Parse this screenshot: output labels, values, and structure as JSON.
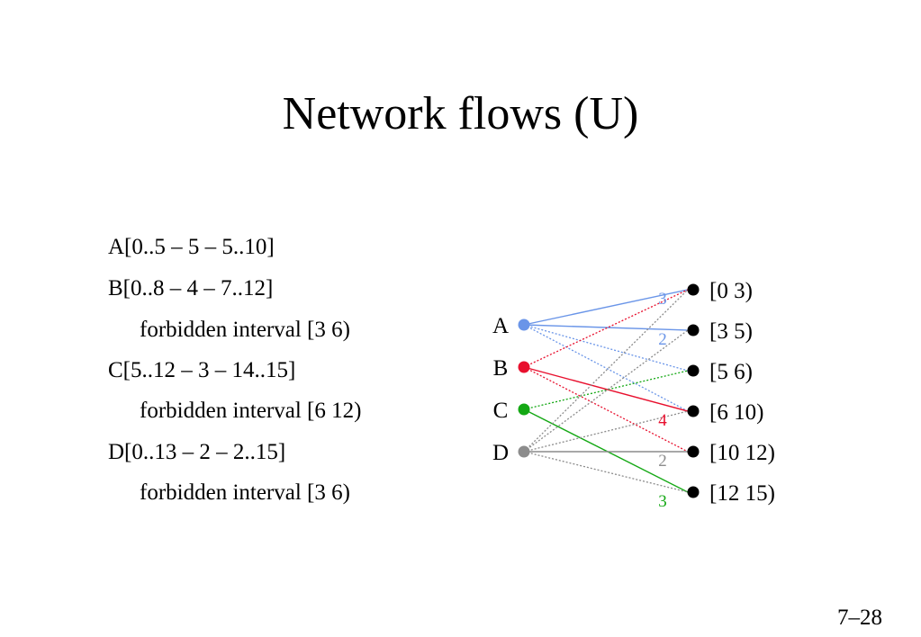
{
  "title": "Network flows (U)",
  "lines": [
    "A[0..5 – 5 – 5..10]",
    "B[0..8 – 4 – 7..12]",
    "forbidden interval [3 6)",
    "C[5..12 – 3 – 14..15]",
    "forbidden interval [6 12)",
    "D[0..13 – 2 – 2..15]",
    "forbidden interval [3 6)"
  ],
  "page_number": "7–28",
  "colors": {
    "A": "#6a95e8",
    "B": "#e8102e",
    "C": "#14a814",
    "D": "#8c8c8c",
    "interval_node": "#000000"
  },
  "diagram": {
    "left_nodes": [
      {
        "id": "A",
        "label": "A"
      },
      {
        "id": "B",
        "label": "B"
      },
      {
        "id": "C",
        "label": "C"
      },
      {
        "id": "D",
        "label": "D"
      }
    ],
    "right_nodes": [
      {
        "id": "i0",
        "label": "[0 3)"
      },
      {
        "id": "i1",
        "label": "[3 5)"
      },
      {
        "id": "i2",
        "label": "[5 6)"
      },
      {
        "id": "i3",
        "label": "[6 10)"
      },
      {
        "id": "i4",
        "label": "[10 12)"
      },
      {
        "id": "i5",
        "label": "[12 15)"
      }
    ],
    "edges": [
      {
        "from": "A",
        "to": "i0",
        "style": "solid"
      },
      {
        "from": "A",
        "to": "i1",
        "style": "solid"
      },
      {
        "from": "A",
        "to": "i2",
        "style": "dotted"
      },
      {
        "from": "A",
        "to": "i3",
        "style": "dotted"
      },
      {
        "from": "B",
        "to": "i0",
        "style": "dotted"
      },
      {
        "from": "B",
        "to": "i3",
        "style": "solid"
      },
      {
        "from": "B",
        "to": "i4",
        "style": "dotted"
      },
      {
        "from": "C",
        "to": "i2",
        "style": "dotted"
      },
      {
        "from": "C",
        "to": "i5",
        "style": "solid"
      },
      {
        "from": "D",
        "to": "i0",
        "style": "dotted"
      },
      {
        "from": "D",
        "to": "i1",
        "style": "dotted"
      },
      {
        "from": "D",
        "to": "i3",
        "style": "dotted"
      },
      {
        "from": "D",
        "to": "i4",
        "style": "solid"
      },
      {
        "from": "D",
        "to": "i5",
        "style": "dotted"
      }
    ],
    "capacity_labels": [
      {
        "text": "3",
        "color_key": "A",
        "target": "i0"
      },
      {
        "text": "2",
        "color_key": "A",
        "target": "i1"
      },
      {
        "text": "4",
        "color_key": "B",
        "target": "i3"
      },
      {
        "text": "2",
        "color_key": "D",
        "target": "i4"
      },
      {
        "text": "3",
        "color_key": "C",
        "target": "i5"
      }
    ]
  }
}
